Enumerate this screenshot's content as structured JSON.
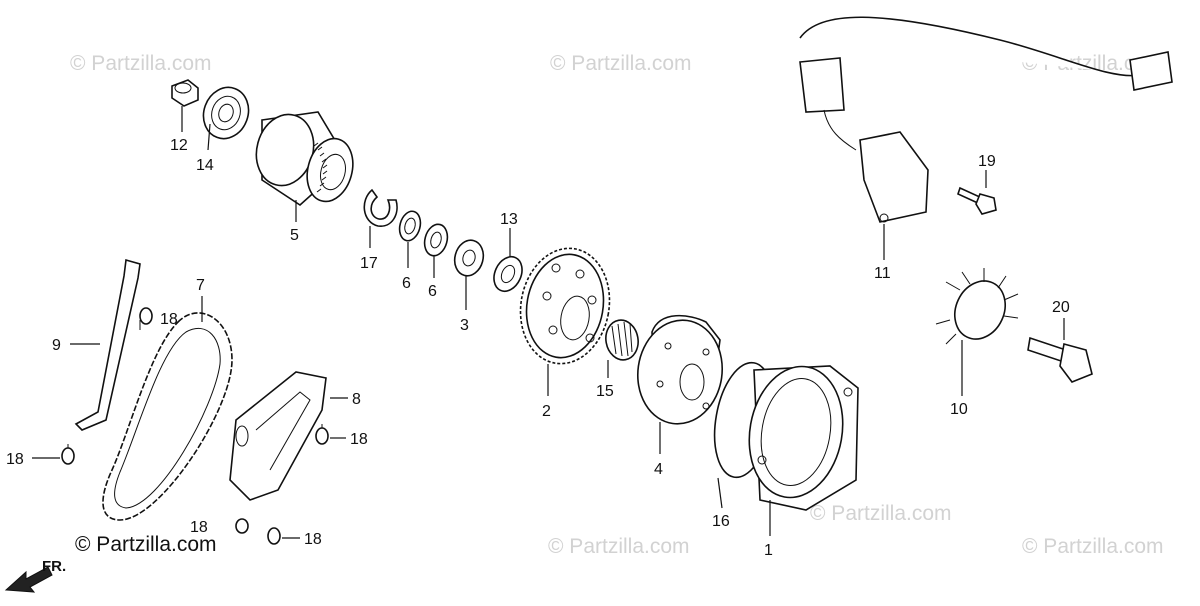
{
  "watermarks": [
    "© Partzilla.com",
    "© Partzilla.com",
    "© Partzilla.com",
    "© Partzilla.com",
    "© Partzilla.com",
    "© Partzilla.com",
    "© Partzilla.com"
  ],
  "orientation": "FR.",
  "callouts": [
    "1",
    "2",
    "3",
    "4",
    "5",
    "6",
    "6",
    "7",
    "8",
    "9",
    "10",
    "11",
    "12",
    "13",
    "14",
    "15",
    "16",
    "17",
    "18",
    "18",
    "18",
    "18",
    "18",
    "19",
    "20"
  ],
  "icons": [
    "front-arrow-icon"
  ],
  "colors": {
    "ink": "#111111",
    "watermark": "#d2d2d2",
    "background": "#ffffff"
  }
}
